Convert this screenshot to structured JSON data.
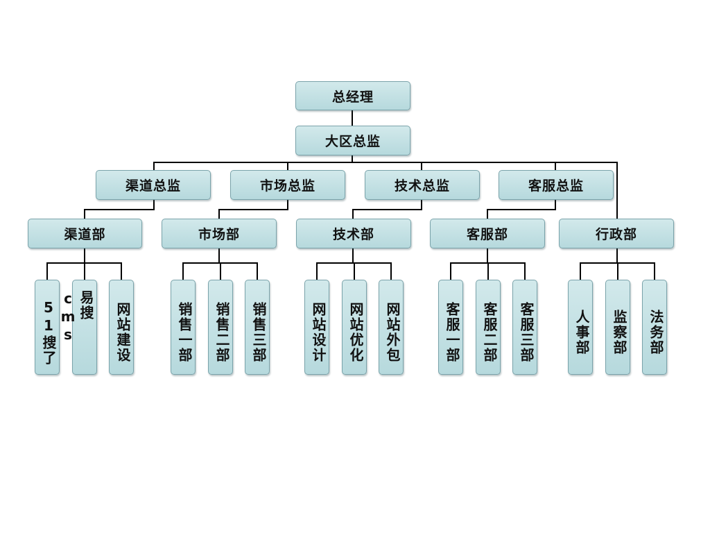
{
  "root": {
    "label": "总经理"
  },
  "regional": {
    "label": "大区总监"
  },
  "directors": [
    {
      "label": "渠道总监"
    },
    {
      "label": "市场总监"
    },
    {
      "label": "技术总监"
    },
    {
      "label": "客服总监"
    }
  ],
  "departments": [
    {
      "label": "渠道部",
      "children": [
        {
          "label": "51搜了"
        },
        {
          "label": "易搜cms"
        },
        {
          "label": "网站建设"
        }
      ]
    },
    {
      "label": "市场部",
      "children": [
        {
          "label": "销售一部"
        },
        {
          "label": "销售二部"
        },
        {
          "label": "销售三部"
        }
      ]
    },
    {
      "label": "技术部",
      "children": [
        {
          "label": "网站设计"
        },
        {
          "label": "网站优化"
        },
        {
          "label": "网站外包"
        }
      ]
    },
    {
      "label": "客服部",
      "children": [
        {
          "label": "客服一部"
        },
        {
          "label": "客服二部"
        },
        {
          "label": "客服三部"
        }
      ]
    },
    {
      "label": "行政部",
      "children": [
        {
          "label": "人事部"
        },
        {
          "label": "监察部"
        },
        {
          "label": "法务部"
        }
      ]
    }
  ]
}
